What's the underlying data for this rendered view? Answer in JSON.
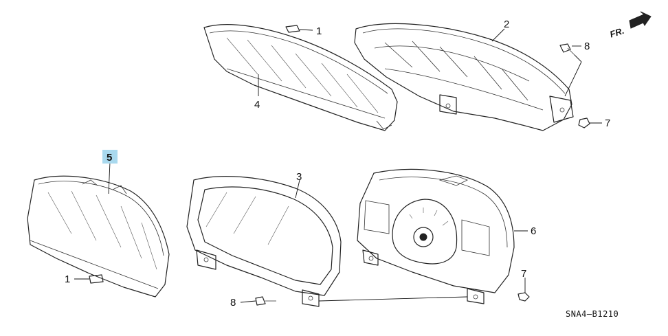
{
  "diagram": {
    "direction_label": "FR.",
    "diagram_code": "SNA4–B1210",
    "highlight_color": "#a9d9ee",
    "callouts": {
      "c1_top": "1",
      "c2": "2",
      "c8_top": "8",
      "c4": "4",
      "c7_top": "7",
      "c5": "5",
      "c3": "3",
      "c6": "6",
      "c1_bottom": "1",
      "c7_bottom": "7",
      "c8_bottom": "8"
    }
  }
}
